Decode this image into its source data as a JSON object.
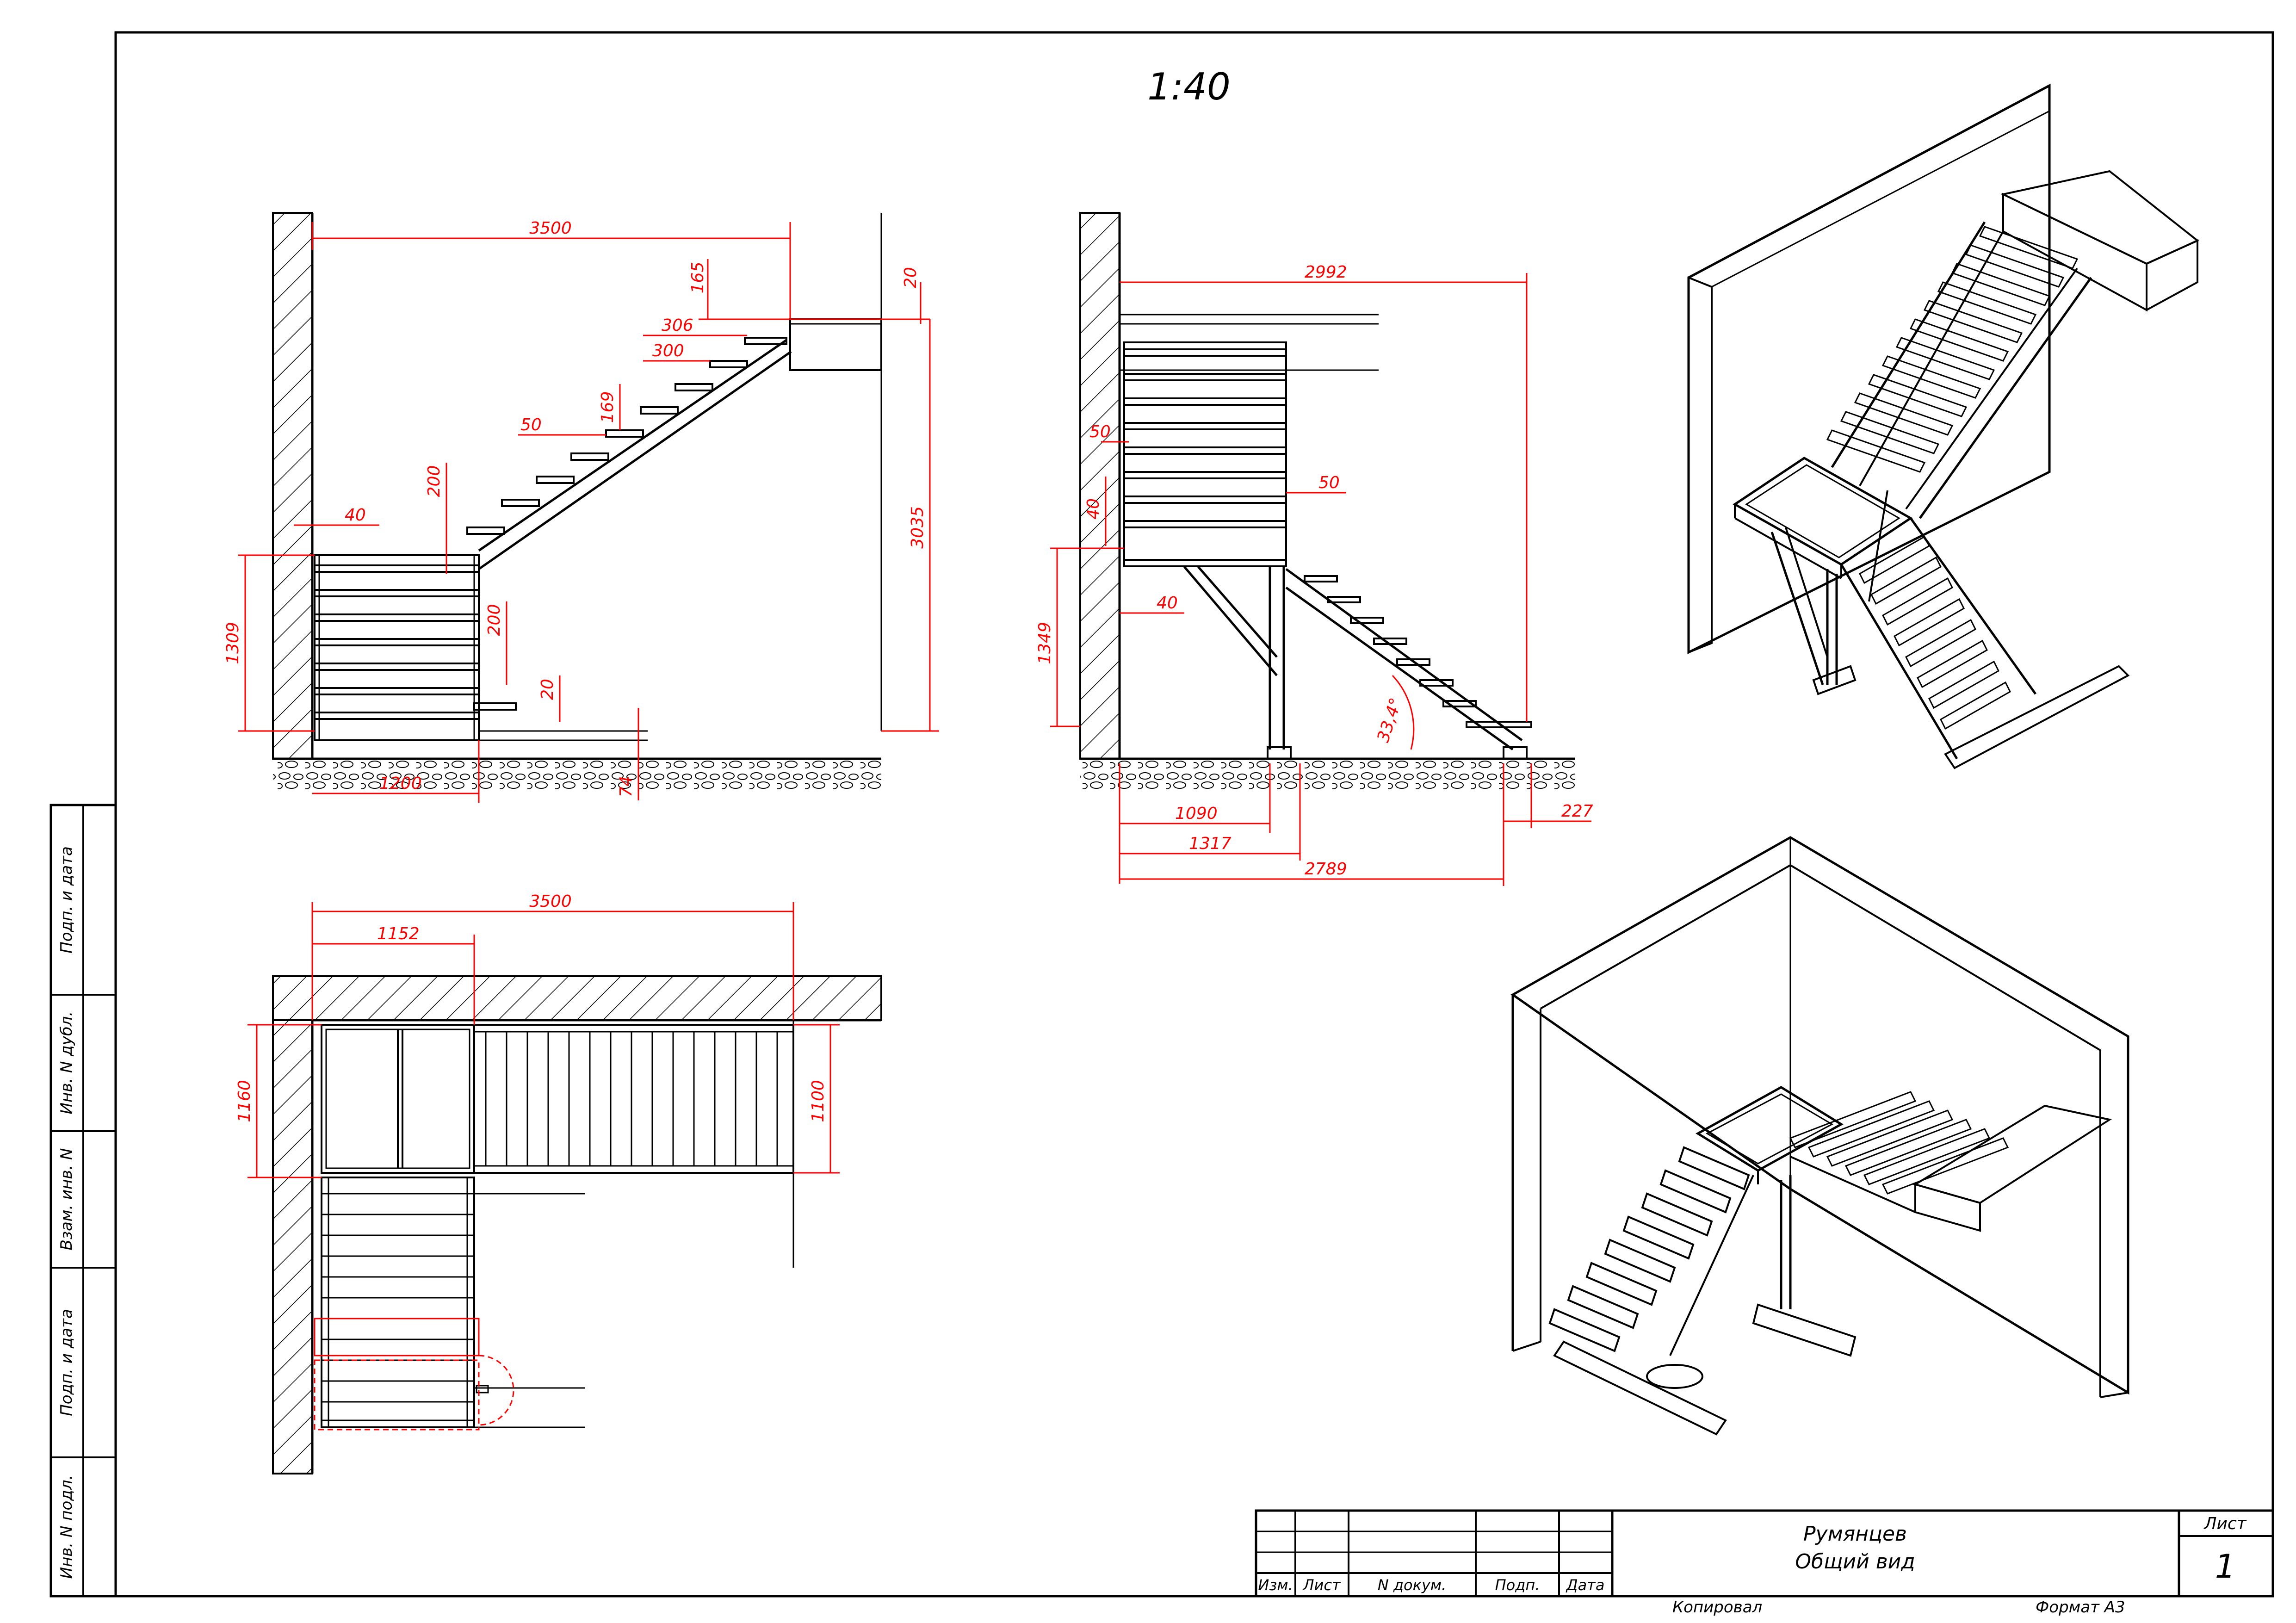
{
  "sheet": {
    "scale": "1:40"
  },
  "side_strip": {
    "labels": [
      "Подп. и дата",
      "Инв. N дубл.",
      "Взам. инв. N",
      "Подп. и дата",
      "Инв. N подл."
    ]
  },
  "title_block": {
    "columns": [
      "Изм.",
      "Лист",
      "N докум.",
      "Подп.",
      "Дата"
    ],
    "author": "Румянцев",
    "drawing_title": "Общий вид",
    "sheet_label": "Лист",
    "sheet_number": "1",
    "copied_label": "Копировал",
    "format_label": "Формат А3"
  },
  "view_front": {
    "dims": {
      "width_total": "3500",
      "h_165": "165",
      "h_20_top": "20",
      "tread_306": "306",
      "tread_300": "300",
      "riser_169": "169",
      "w_50": "50",
      "h_200_upper": "200",
      "w_40": "40",
      "h_3035": "3035",
      "h_1309": "1309",
      "h_200_lower": "200",
      "h_20_low": "20",
      "h_74": "74",
      "w_1200": "1200"
    }
  },
  "view_side": {
    "dims": {
      "w_2992": "2992",
      "w_50_a": "50",
      "w_50_b": "50",
      "h_40": "40",
      "w_40": "40",
      "h_1349": "1349",
      "angle": "33,4°",
      "w_1090": "1090",
      "w_1317": "1317",
      "w_2789": "2789",
      "w_227": "227"
    }
  },
  "view_plan": {
    "dims": {
      "w_3500": "3500",
      "w_1152": "1152",
      "h_1160": "1160",
      "h_1100": "1100"
    }
  }
}
